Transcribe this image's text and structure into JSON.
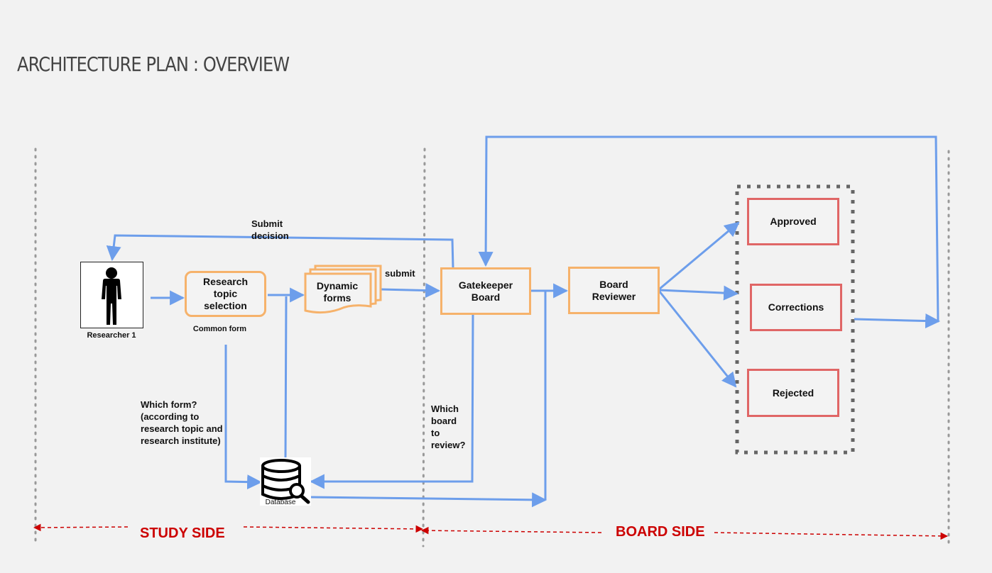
{
  "title": "ARCHITECTURE PLAN  :  OVERVIEW",
  "actors": {
    "researcher": "Researcher 1"
  },
  "nodes": {
    "research_topic": "Research\ntopic\nselection",
    "common_form": "Common form",
    "dynamic_forms": "Dynamic\nforms",
    "gatekeeper": "Gatekeeper\nBoard",
    "board_reviewer": "Board\nReviewer",
    "database": "Database"
  },
  "outcomes": {
    "approved": "Approved",
    "corrections": "Corrections",
    "rejected": "Rejected"
  },
  "edge_labels": {
    "submit_decision": "Submit\ndecision",
    "submit": "submit",
    "which_form": "Which form?\n(according to\nresearch topic and\nresearch institute)",
    "which_board": "Which\nboard\n  to\nreview?"
  },
  "sides": {
    "study": "STUDY SIDE",
    "board": "BOARD SIDE"
  },
  "colors": {
    "arrow": "#6d9eeb",
    "orange_box": "#f6b26b",
    "red_box": "#e06666",
    "side_label": "#cc0000"
  }
}
